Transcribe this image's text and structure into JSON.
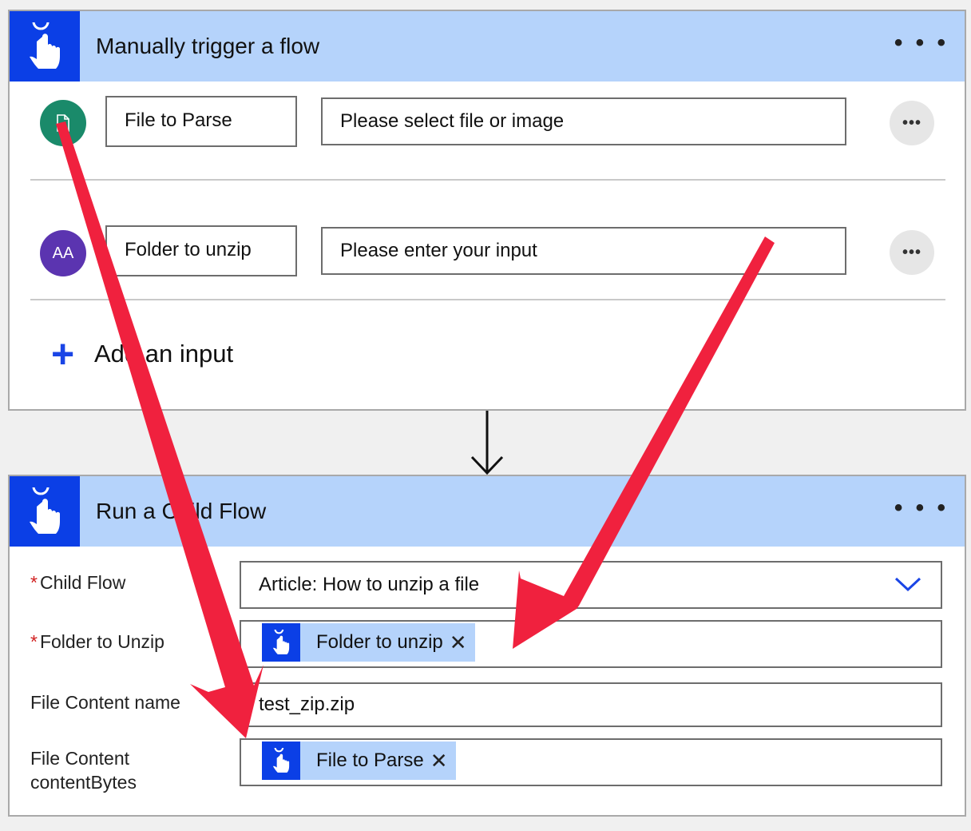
{
  "trigger": {
    "title": "Manually trigger a flow",
    "more": "• • •",
    "inputs": [
      {
        "name": "File to Parse",
        "placeholder": "Please select file or image",
        "icon": "file-icon",
        "color": "#1a8a6a",
        "more": "•••"
      },
      {
        "name": "Folder to unzip",
        "placeholder": "Please enter your input",
        "icon": "text-icon",
        "icon_text": "AA",
        "color": "#5b34b0",
        "more": "•••"
      }
    ],
    "add_input": {
      "plus": "+",
      "label": "Add an input"
    }
  },
  "child_flow": {
    "title": "Run a Child Flow",
    "more": "• • •",
    "fields": {
      "child_flow": {
        "label": "Child Flow",
        "required": "*",
        "value": "Article: How to unzip a file"
      },
      "folder_to_unzip": {
        "label": "Folder to Unzip",
        "required": "*",
        "token": "Folder to unzip",
        "token_remove": "✕"
      },
      "file_content_name": {
        "label": "File Content name",
        "value": "test_zip.zip"
      },
      "file_content_bytes": {
        "label_line1": "File Content",
        "label_line2": "contentBytes",
        "token": "File to Parse",
        "token_remove": "✕"
      }
    }
  },
  "colors": {
    "header_bg": "#b5d3fb",
    "icon_bg": "#0b3fe6",
    "annotation_arrow": "#f0213e"
  }
}
